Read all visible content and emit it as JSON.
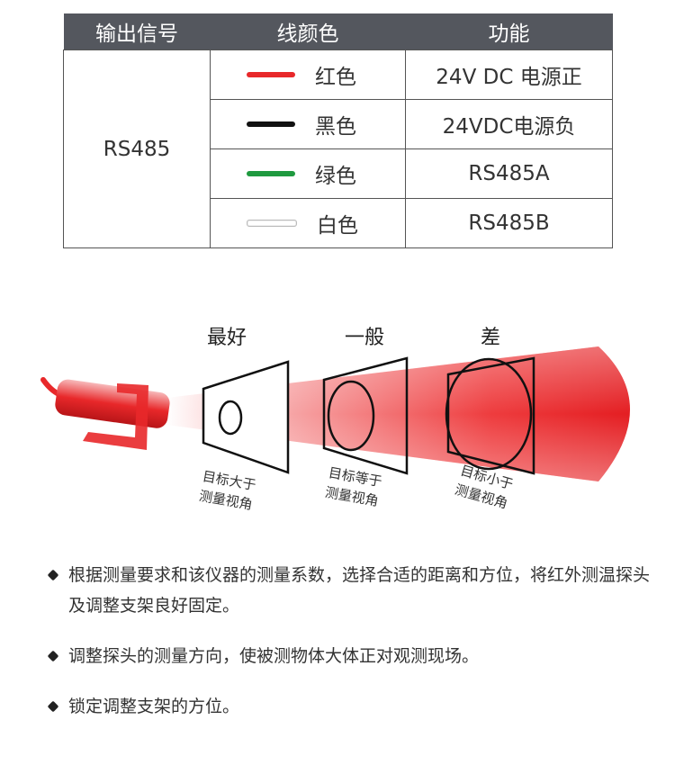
{
  "table": {
    "headers": [
      "输出信号",
      "线颜色",
      "功能"
    ],
    "signal": "RS485",
    "rows": [
      {
        "color_name": "红色",
        "function": "24V DC 电源正",
        "wire_color": "#e8282a"
      },
      {
        "color_name": "黑色",
        "function": "24VDC电源负",
        "wire_color": "#111111"
      },
      {
        "color_name": "绿色",
        "function": "RS485A",
        "wire_color": "#1f9a3f"
      },
      {
        "color_name": "白色",
        "function": "RS485B",
        "wire_color": "#ffffff"
      }
    ]
  },
  "diagram": {
    "levels": [
      "最好",
      "一般",
      "差"
    ],
    "captions": [
      [
        "目标大于",
        "测量视角"
      ],
      [
        "目标等于",
        "测量视角"
      ],
      [
        "目标小于",
        "测量视角"
      ]
    ],
    "beam_color": "#e8282a"
  },
  "bullets": [
    "根据测量要求和该仪器的测量系数，选择合适的距离和方位，将红外测温探头及调整支架良好固定。",
    "调整探头的测量方向，使被测物体大体正对观测现场。",
    "锁定调整支架的方位。"
  ]
}
